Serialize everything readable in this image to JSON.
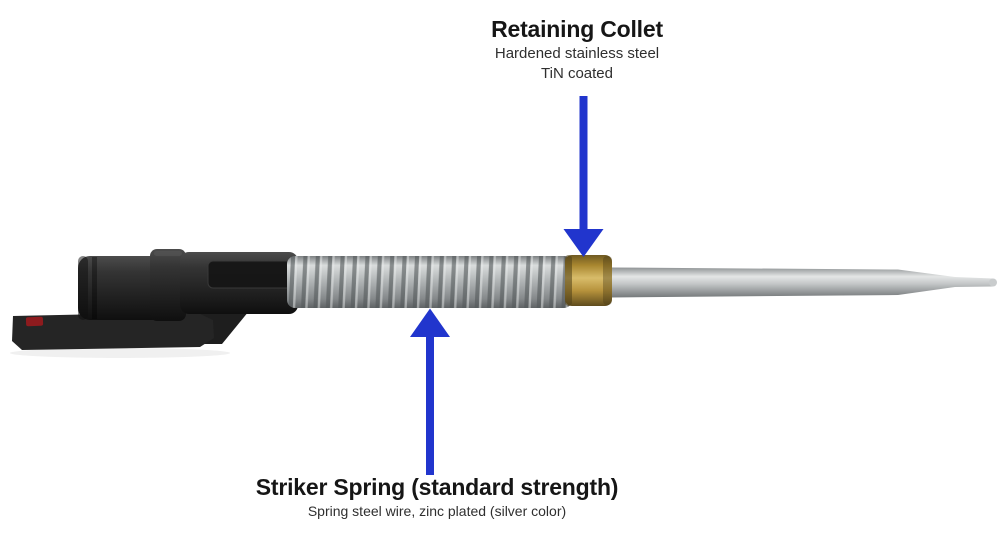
{
  "annotations": {
    "retaining_collet": {
      "title": "Retaining Collet",
      "line1": "Hardened stainless steel",
      "line2": "TiN coated"
    },
    "striker_spring": {
      "title": "Striker Spring (standard strength)",
      "line1": "Spring steel wire, zinc plated (silver color)"
    }
  },
  "colors": {
    "arrow_blue": "#2135cd",
    "title_text": "#161616",
    "subtitle_text": "#2f2f2f",
    "background": "#ffffff",
    "part_black": "#262626",
    "spring_silver": "#b8bcbd",
    "collet_brass": "#b4923f",
    "pin_steel": "#bdc0c1",
    "red_mark": "#8e1b1e"
  }
}
